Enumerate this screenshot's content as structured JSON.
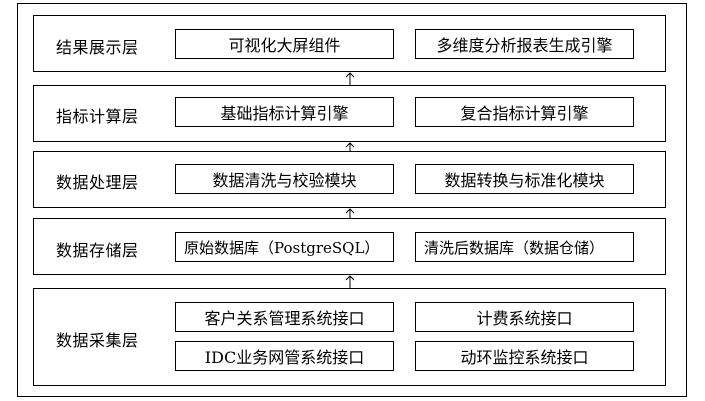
{
  "layers": [
    {
      "title": "结果展示层",
      "modules": [
        "可视化大屏组件",
        "多维度分析报表生成引擎"
      ]
    },
    {
      "title": "指标计算层",
      "modules": [
        "基础指标计算引擎",
        "复合指标计算引擎"
      ]
    },
    {
      "title": "数据处理层",
      "modules": [
        "数据清洗与校验模块",
        "数据转换与标准化模块"
      ]
    },
    {
      "title": "数据存储层",
      "modules": [
        "原始数据库（PostgreSQL）",
        "清洗后数据库（数据仓储）"
      ]
    },
    {
      "title": "数据采集层",
      "modules": [
        "客户关系管理系统接口",
        "计费系统接口",
        "IDC业务网管系统接口",
        "动环监控系统接口"
      ]
    }
  ]
}
